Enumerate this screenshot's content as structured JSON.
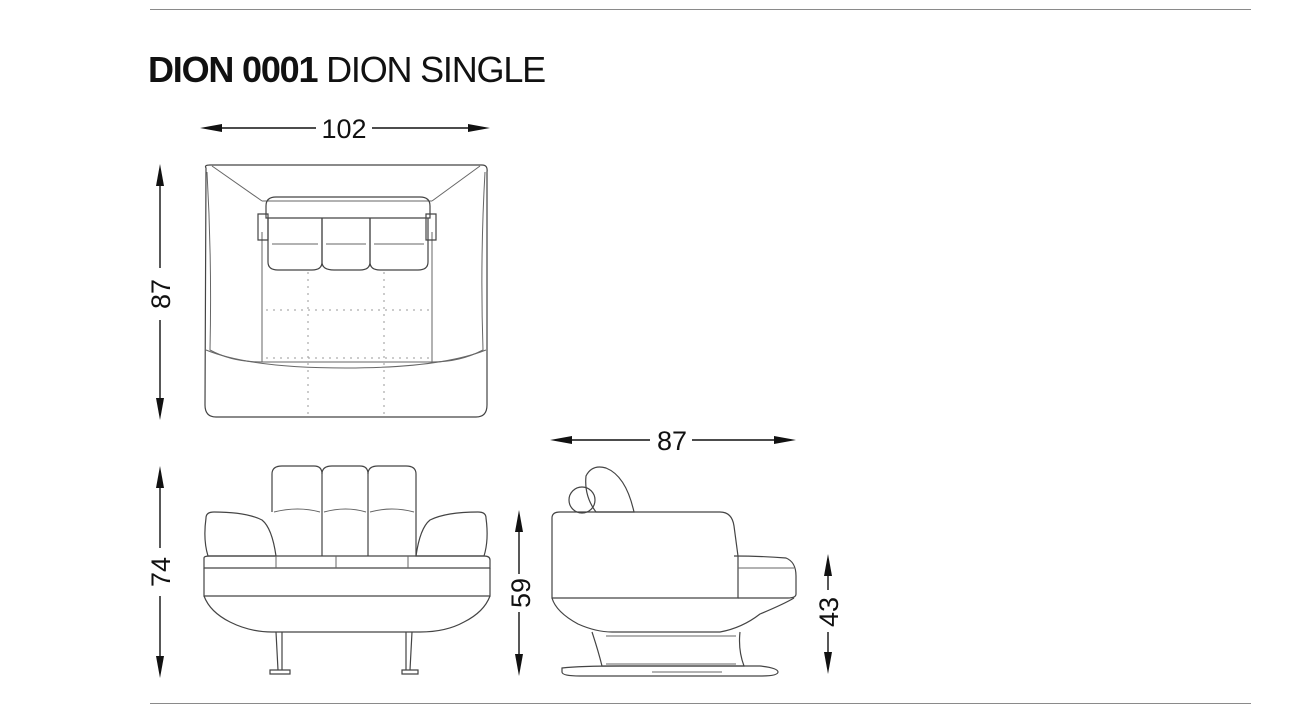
{
  "title": {
    "code": "DION 0001",
    "name": "DION SINGLE"
  },
  "dimensions": {
    "top_width": "102",
    "top_depth": "87",
    "front_height": "74",
    "seat_height_front": "59",
    "side_depth": "87",
    "side_seat_height": "43"
  }
}
